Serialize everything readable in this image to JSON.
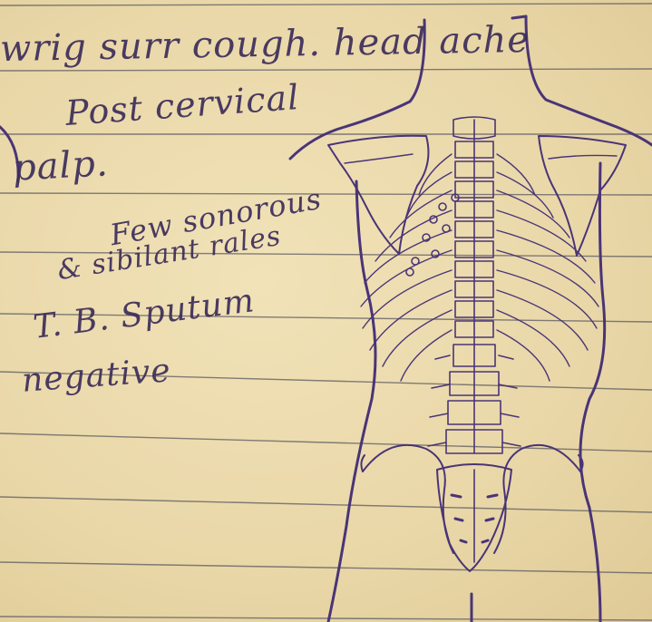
{
  "notes": {
    "line1": "wrig surr cough. head ache",
    "line2": "Post cervical",
    "line3": "palp.",
    "line4": "Few sonorous",
    "line5": "& sibilant rales",
    "line6": "T. B. Sputum",
    "line7": "negative"
  },
  "colors": {
    "paper": "#eadbb0",
    "ink": "#3c2d5a",
    "diagram_ink": "#4a3477",
    "rule_line": "#5b5a60"
  },
  "diagram": {
    "subject": "posterior torso with spine, ribs, scapulae and pelvis",
    "markings": "o o o"
  }
}
